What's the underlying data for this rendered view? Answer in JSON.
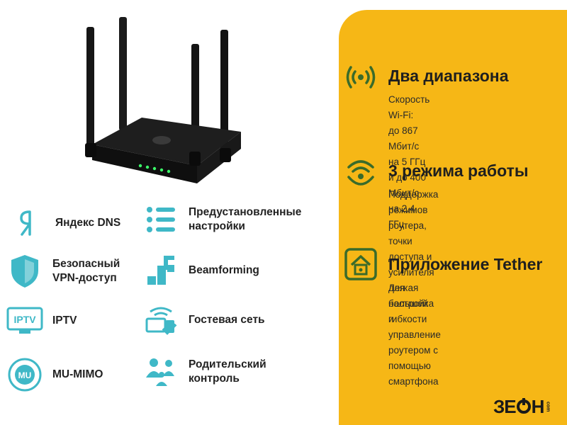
{
  "colors": {
    "accent_teal": "#3fb8c7",
    "panel_yellow": "#f6b716",
    "icon_green": "#3a6b2a",
    "dark": "#1f1f1f"
  },
  "features": [
    {
      "icon": "yandex-icon",
      "label": "Яндекс DNS"
    },
    {
      "icon": "list-icon",
      "label": "Предустановленные\nнастройки"
    },
    {
      "icon": "shield-icon",
      "label": "Безопасный\nVPN-доступ"
    },
    {
      "icon": "beamforming-icon",
      "label": "Beamforming"
    },
    {
      "icon": "iptv-icon",
      "label": "IPTV",
      "icon_text": "IPTV"
    },
    {
      "icon": "guest-network-icon",
      "label": "Гостевая сеть"
    },
    {
      "icon": "mu-mimo-icon",
      "label": "MU-MIMO",
      "icon_text": "MU"
    },
    {
      "icon": "parental-control-icon",
      "label": "Родительский\nконтроль"
    }
  ],
  "panel": {
    "blocks": [
      {
        "icon": "wifi-signal-icon",
        "title": "Два диапазона",
        "desc": "Скорость Wi-Fi:\nдо 867 Мбит/с на 5 ГГц\nи до 400 Мбит/с на 2,4 ГГц"
      },
      {
        "icon": "modes-icon",
        "title": "3 режима работы",
        "desc": "Поддержка режимов роутера,\nточки доступа и усилителя\nдля большей гибкости"
      },
      {
        "icon": "tether-home-icon",
        "title": "Приложение Tether",
        "desc": "Легкая настройка и управление\nроутером с помощью смартфона"
      }
    ],
    "logo": {
      "text_left": "ЗЕ",
      "text_right": "Н",
      "side": "com"
    }
  }
}
